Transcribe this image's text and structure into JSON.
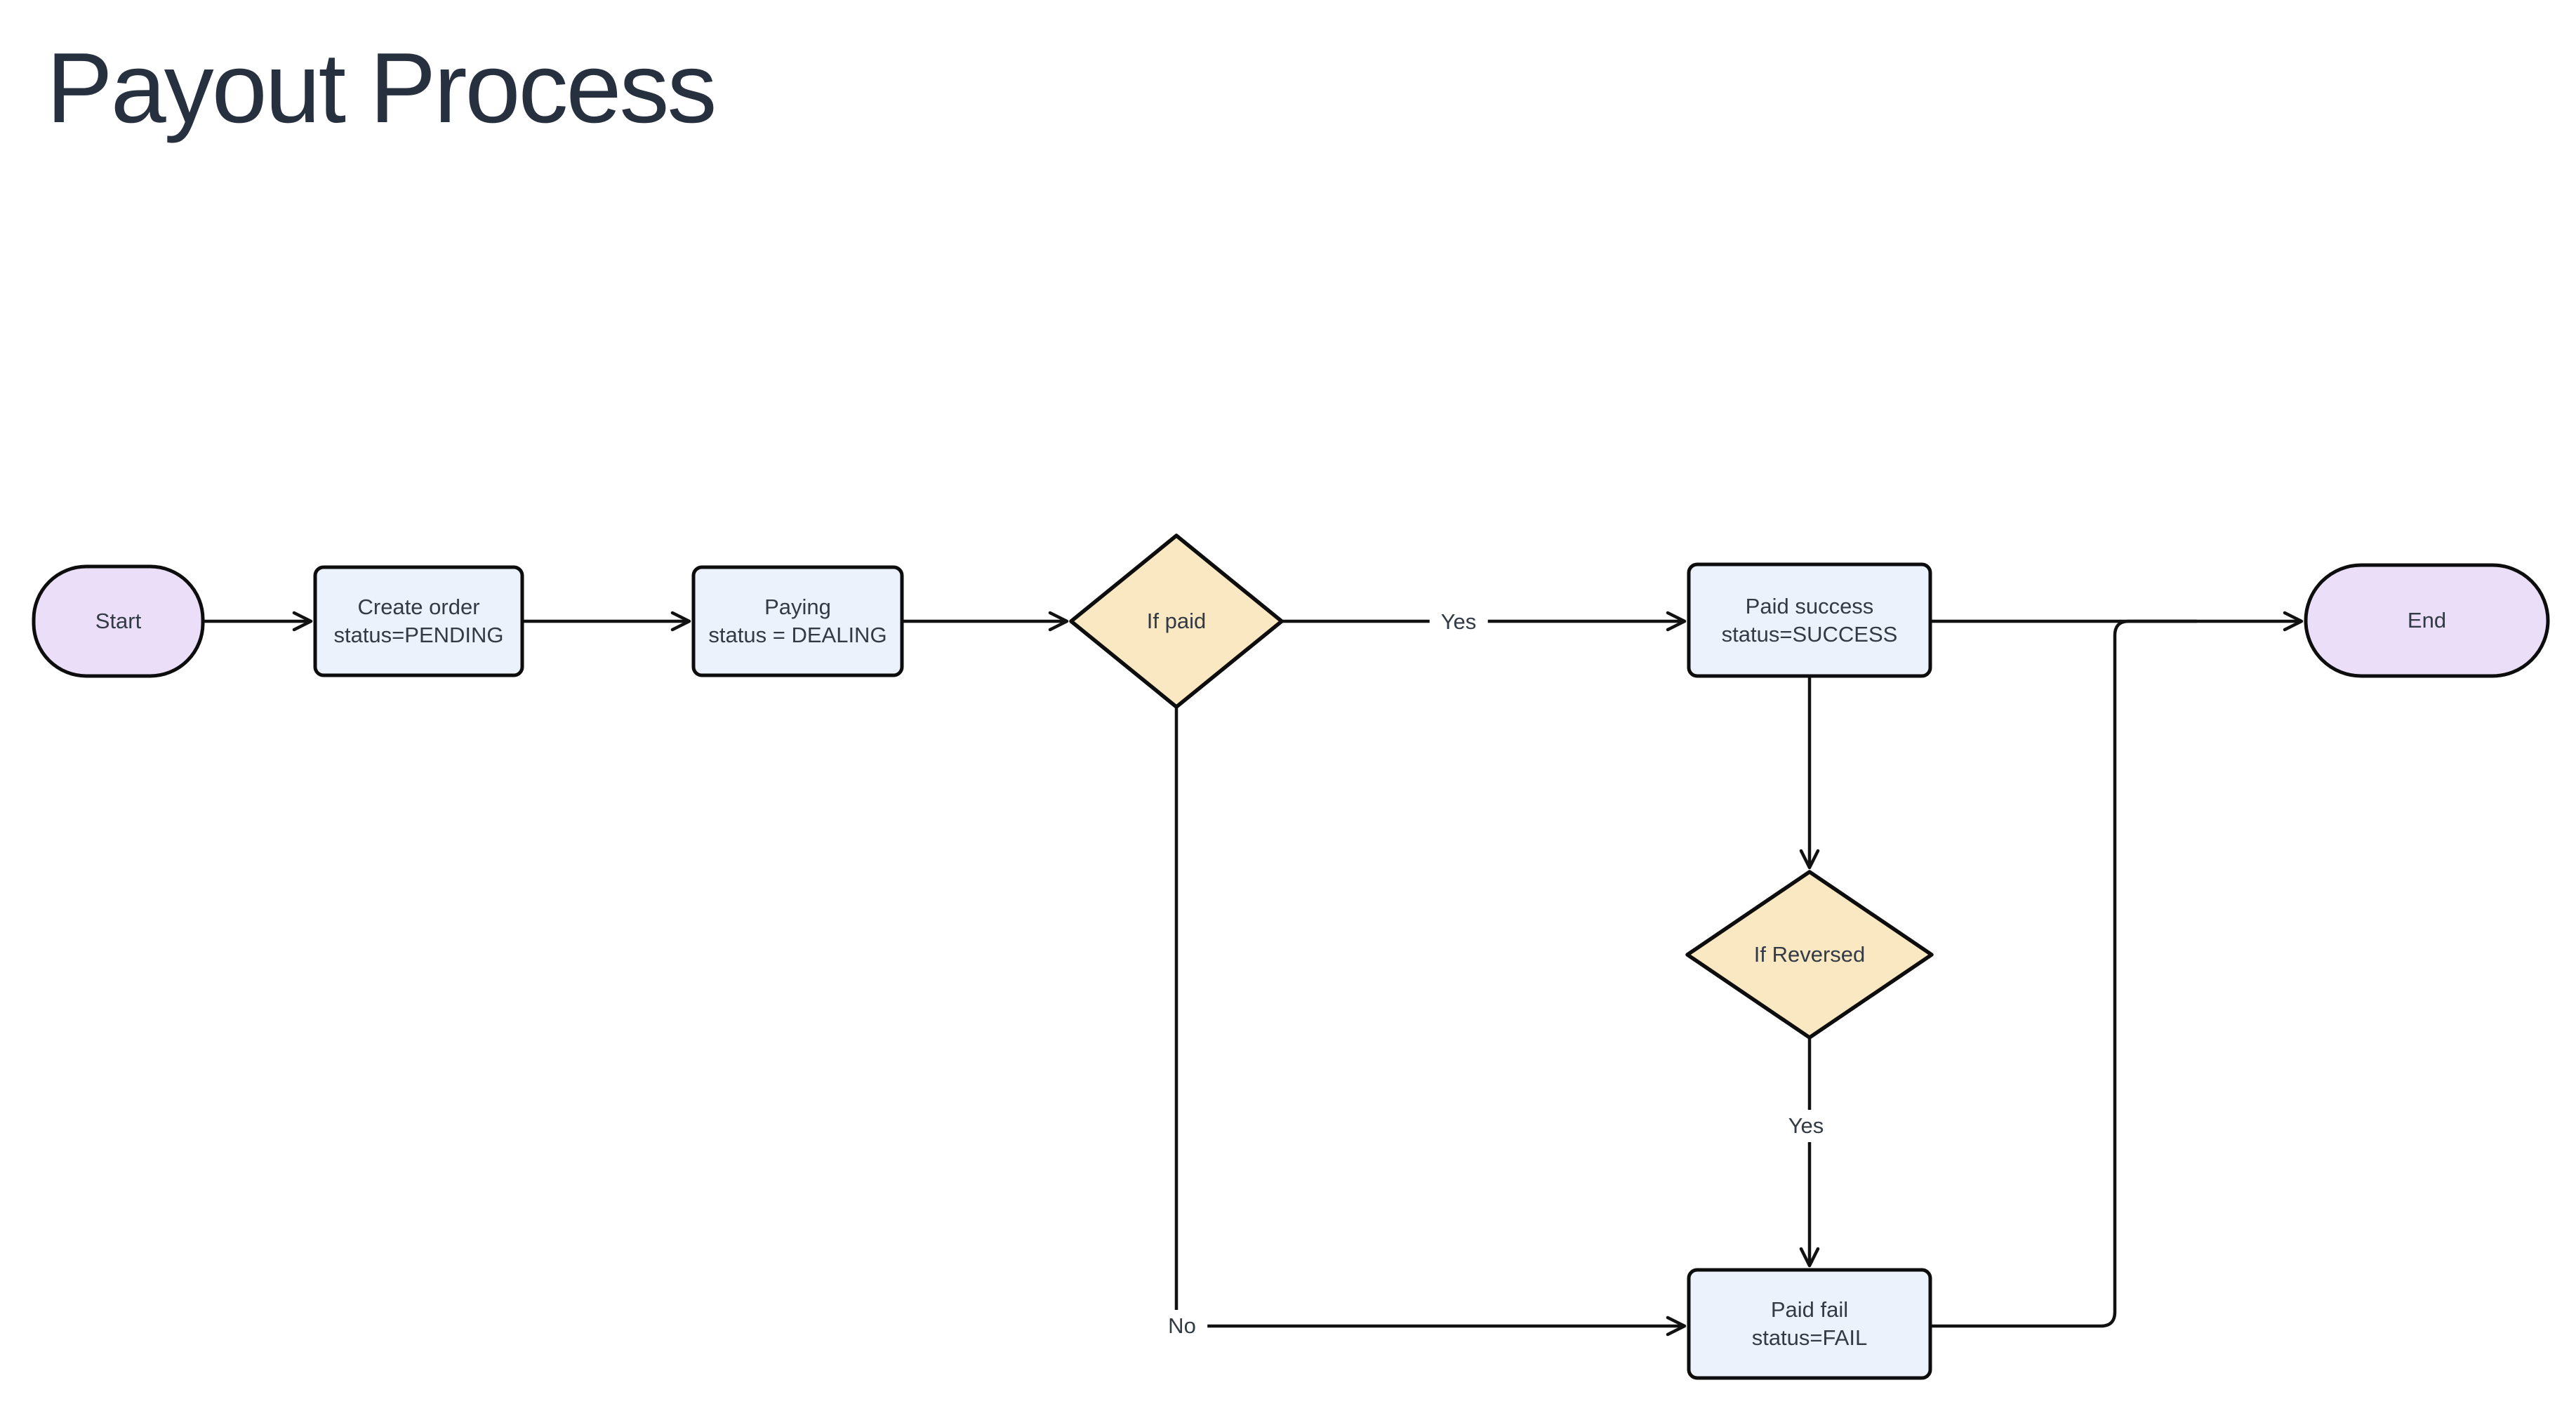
{
  "title": "Payout Process",
  "diagram": {
    "type": "flowchart",
    "direction": "left-to-right",
    "nodes": {
      "start": {
        "label": "Start",
        "shape": "stadium"
      },
      "create_order": {
        "label": "Create order\nstatus=PENDING",
        "shape": "process"
      },
      "paying": {
        "label": "Paying\nstatus = DEALING",
        "shape": "process"
      },
      "if_paid": {
        "label": "If paid",
        "shape": "decision"
      },
      "paid_success": {
        "label": "Paid success\nstatus=SUCCESS",
        "shape": "process"
      },
      "if_reversed": {
        "label": "If Reversed",
        "shape": "decision"
      },
      "paid_fail": {
        "label": "Paid fail\nstatus=FAIL",
        "shape": "process"
      },
      "end": {
        "label": "End",
        "shape": "stadium"
      }
    },
    "edge_labels": {
      "if_paid_yes": "Yes",
      "if_paid_no": "No",
      "if_reversed_yes": "Yes"
    },
    "edges": [
      {
        "from": "start",
        "to": "create_order",
        "label": ""
      },
      {
        "from": "create_order",
        "to": "paying",
        "label": ""
      },
      {
        "from": "paying",
        "to": "if_paid",
        "label": ""
      },
      {
        "from": "if_paid",
        "to": "paid_success",
        "label": "Yes"
      },
      {
        "from": "if_paid",
        "to": "paid_fail",
        "label": "No"
      },
      {
        "from": "paid_success",
        "to": "if_reversed",
        "label": ""
      },
      {
        "from": "if_reversed",
        "to": "paid_fail",
        "label": "Yes"
      },
      {
        "from": "paid_success",
        "to": "end",
        "label": ""
      },
      {
        "from": "paid_fail",
        "to": "end",
        "label": ""
      }
    ],
    "colors": {
      "stadium_fill": "#EADEF8",
      "process_fill": "#ECF2FB",
      "decision_fill": "#FAE8C2",
      "border": "#0D0D0D",
      "edge": "#111111",
      "text": "#323A45",
      "title": "#26303F",
      "canvas_bg": "#FFFFFF"
    }
  }
}
